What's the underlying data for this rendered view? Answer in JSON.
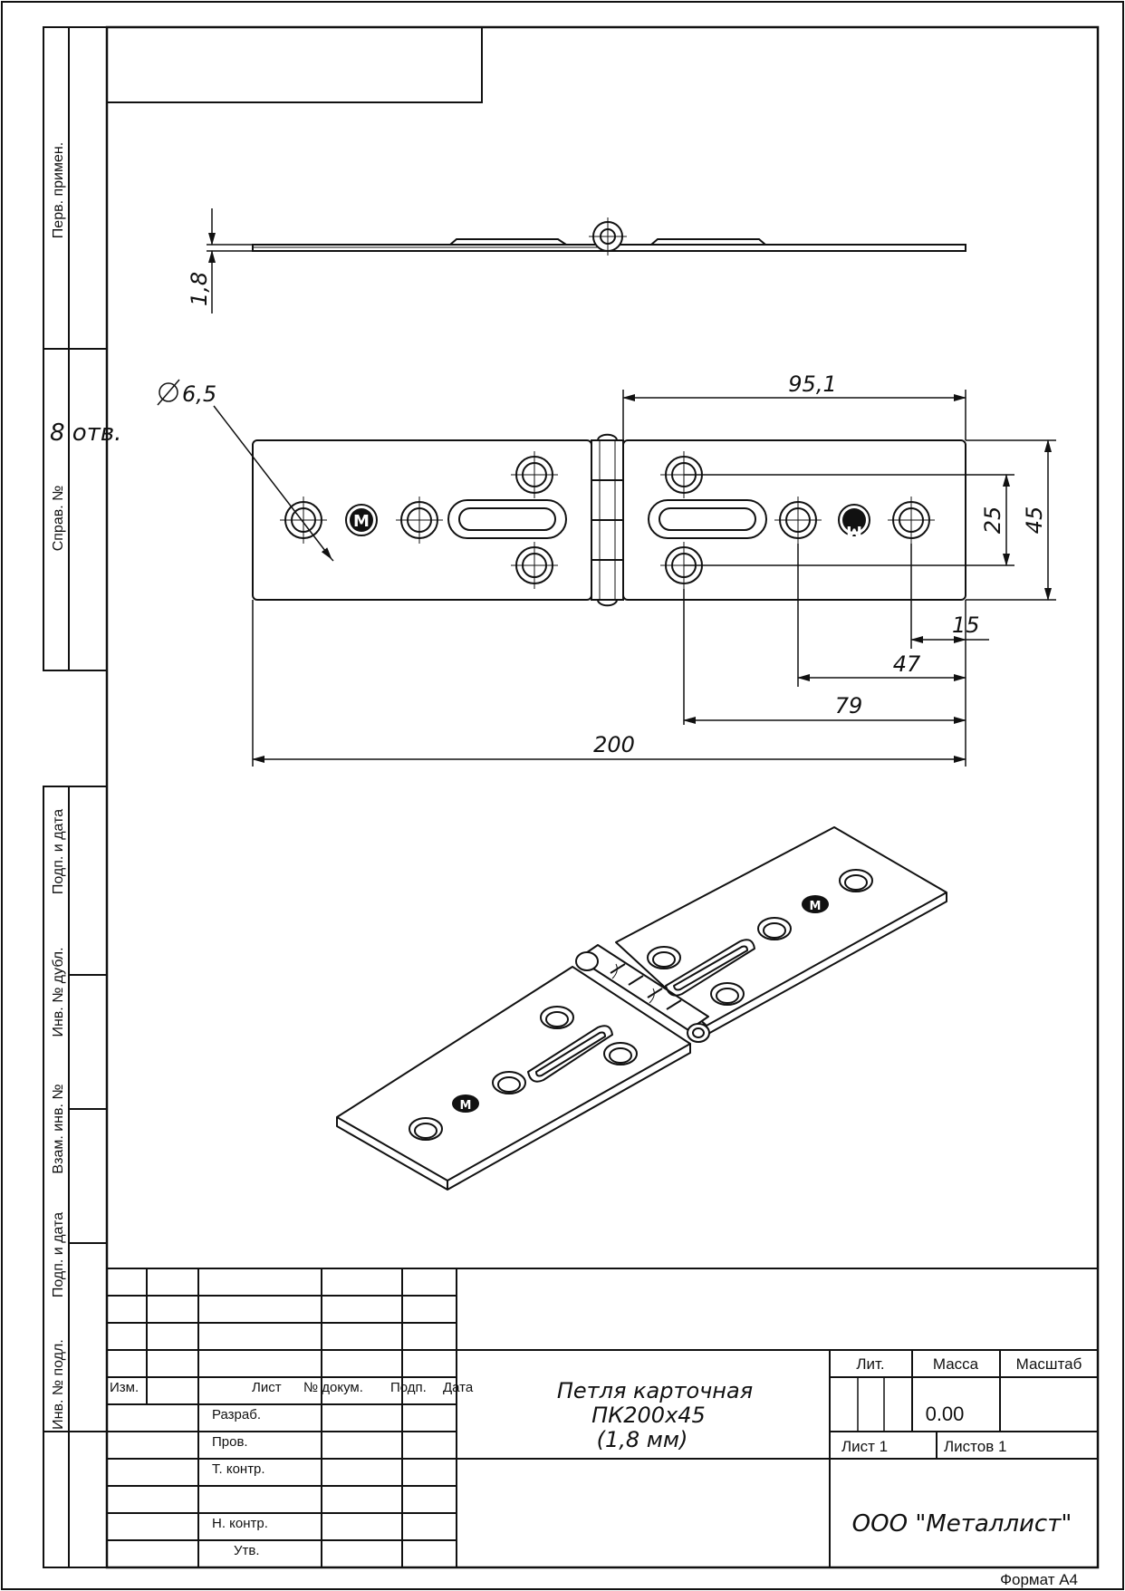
{
  "side_strip": {
    "perv_primen": "Перв. примен.",
    "sprav_no": "Справ. №",
    "podp_data_1": "Подп. и дата",
    "inv_dubl": "Инв. № дубл.",
    "vzam_inv": "Взам. инв. №",
    "podp_data_2": "Подп. и дата",
    "inv_podl": "Инв. № подл."
  },
  "dimensions": {
    "thickness": "1,8",
    "hole_diameter": "6,5",
    "hole_count": "8  отв.",
    "half_length": "95,1",
    "slot_span": "25",
    "width": "45",
    "d15": "15",
    "d47": "47",
    "d79": "79",
    "total_length": "200"
  },
  "stamp": {
    "izm": "Изм.",
    "list": "Лист",
    "n_dokum": "№ докум.",
    "podp": "Подп.",
    "data": "Дата",
    "razrab": "Разраб.",
    "prov": "Пров.",
    "t_kontr": "Т. контр.",
    "n_kontr": "Н. контр.",
    "utv": "Утв.",
    "title_line1": "Петля карточная",
    "title_line2": "ПК200x45",
    "title_line3": "(1,8 мм)",
    "lit": "Лит.",
    "massa": "Масса",
    "masshtab": "Масштаб",
    "mass_value": "0.00",
    "sheet": "Лист 1",
    "sheets": "Листов 1",
    "company": "ООО \"Металлист\""
  },
  "format": "Формат А4"
}
